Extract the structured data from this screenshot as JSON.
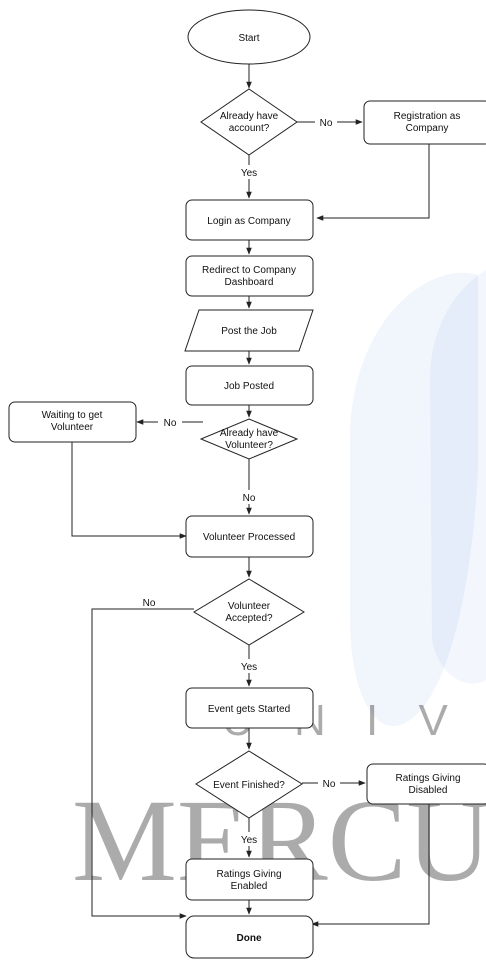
{
  "nodes": {
    "start": "Start",
    "already_account": [
      "Already have",
      "account?"
    ],
    "registration": [
      "Registration as",
      "Company"
    ],
    "login": "Login as Company",
    "redirect": [
      "Redirect to Company",
      "Dashboard"
    ],
    "post_job": "Post the Job",
    "job_posted": "Job Posted",
    "already_volunteer": [
      "Already have",
      "Volunteer?"
    ],
    "waiting": [
      "Waiting to get",
      "Volunteer"
    ],
    "volunteer_processed": "Volunteer Processed",
    "volunteer_accepted": [
      "Volunteer",
      "Accepted?"
    ],
    "event_started": "Event gets Started",
    "event_finished": "Event Finished?",
    "ratings_disabled": [
      "Ratings Giving",
      "Disabled"
    ],
    "ratings_enabled": [
      "Ratings Giving",
      "Enabled"
    ],
    "done": "Done"
  },
  "edges": {
    "account_no": "No",
    "account_yes": "Yes",
    "volunteer_no_left": "No",
    "volunteer_no_down": "No",
    "accepted_no": "No",
    "accepted_yes": "Yes",
    "finished_no": "No",
    "finished_yes": "Yes"
  },
  "watermark": {
    "letters": "U N I V E R",
    "word": "MERCU",
    "letters_color": "#7fc47f",
    "word_color": "#7d96c8",
    "shape_color": "#3b78d6"
  }
}
